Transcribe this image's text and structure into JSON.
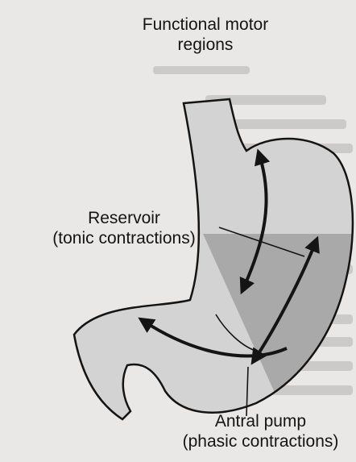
{
  "diagram": {
    "title": {
      "line1": "Functional motor",
      "line2": "regions"
    },
    "reservoir": {
      "line1": "Reservoir",
      "line2": "(tonic contractions)"
    },
    "antral_pump": {
      "line1": "Antral pump",
      "line2": "(phasic contractions)"
    }
  },
  "colors": {
    "background": "#e9e8e6",
    "background_text": "#c9c8c6",
    "stomach_light": "#d3d3d3",
    "stomach_shaded": "#a9a9a9",
    "outline": "#141414",
    "arrows": "#141414"
  }
}
